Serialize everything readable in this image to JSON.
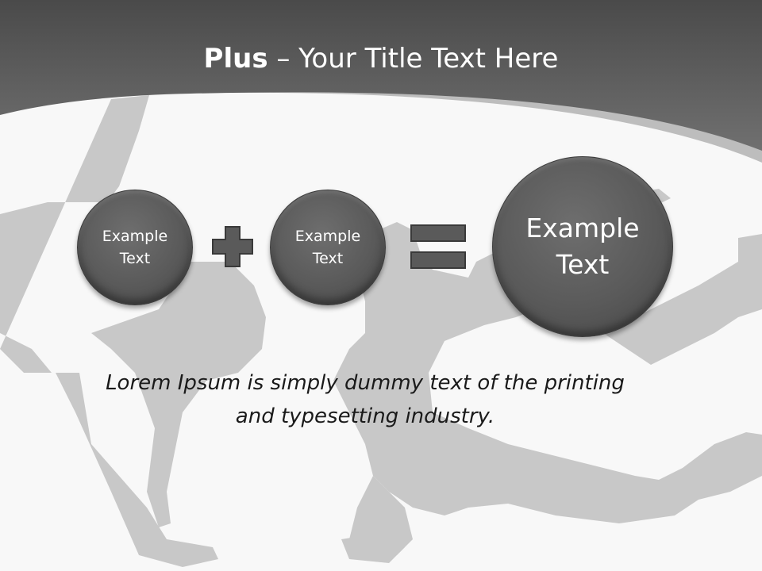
{
  "slide": {
    "title_bold": "Plus",
    "title_rest": " – Your Title Text Here",
    "circles": [
      {
        "line1": "Example",
        "line2": "Text"
      },
      {
        "line1": "Example",
        "line2": "Text"
      },
      {
        "line1": "Example",
        "line2": "Text"
      }
    ],
    "body_line1": "Lorem Ipsum is simply dummy text of the printing",
    "body_line2": "and typesetting industry."
  },
  "colors": {
    "header": "#5a5a5a",
    "circle": "#5e5e5e",
    "silhouette": "#c8c8c8",
    "background": "#f8f8f8"
  }
}
